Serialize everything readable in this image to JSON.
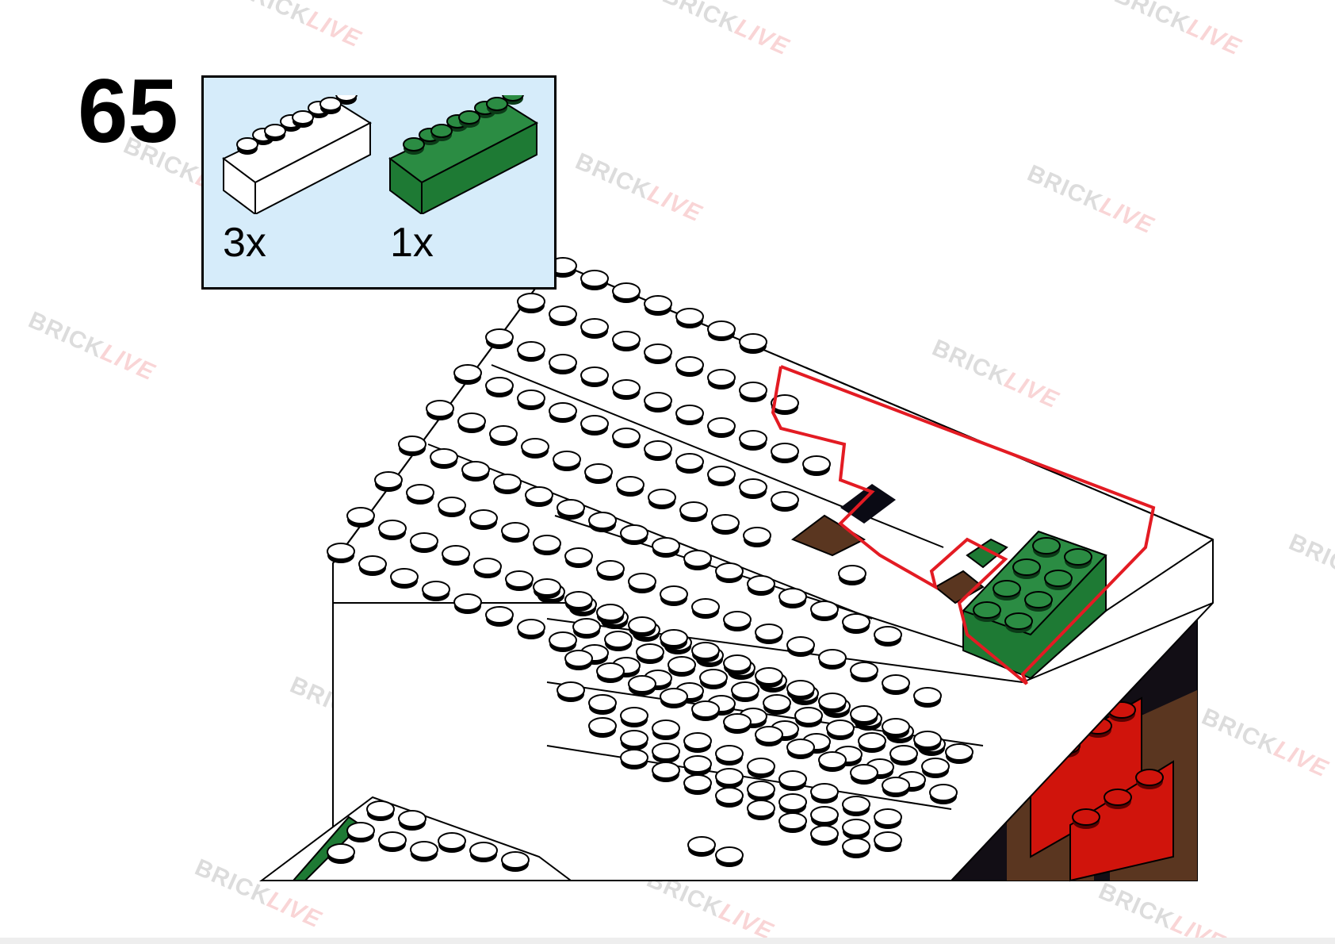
{
  "step": {
    "number": "65"
  },
  "parts": [
    {
      "name": "white 2x4 brick",
      "color": "#ffffff",
      "quantity": "3x"
    },
    {
      "name": "green 2x4 brick",
      "color": "#1e7a34",
      "quantity": "1x"
    }
  ],
  "watermark": {
    "text_a": "BRICK",
    "text_b": "LIVE"
  },
  "colors": {
    "highlight": "#e31b23",
    "panel_bg": "#d6ecfa",
    "brown": "#5a3620",
    "red": "#d0140c",
    "green": "#1e7a34",
    "black": "#0a0a14"
  }
}
